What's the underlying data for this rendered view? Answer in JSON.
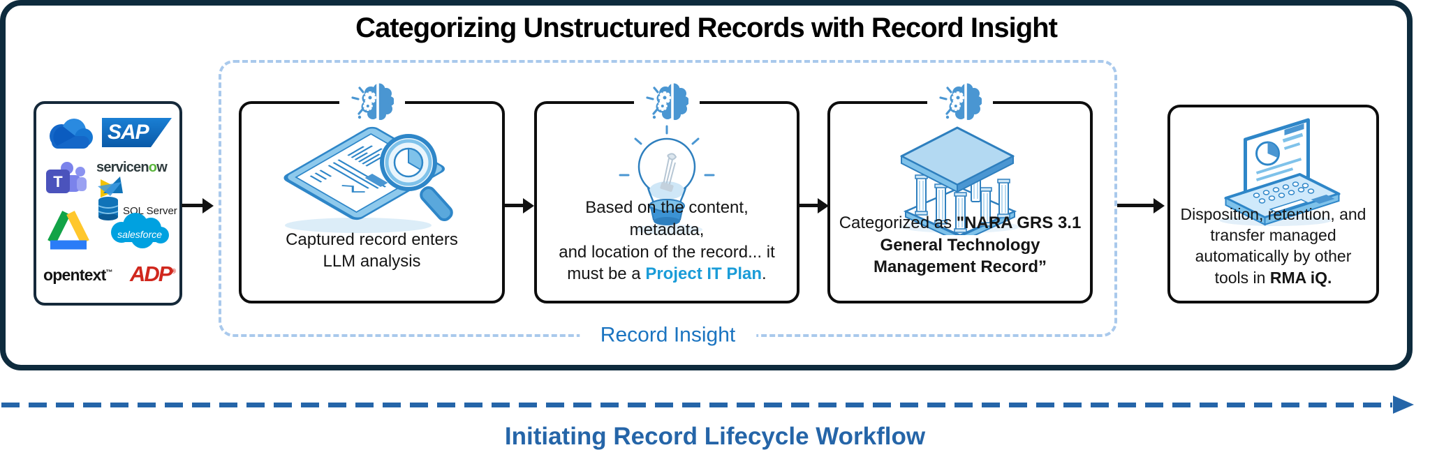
{
  "title": "Categorizing Unstructured Records with Record Insight",
  "colors": {
    "panel_border": "#0e2b3d",
    "accent_blue": "#4a96d2",
    "illustration_stroke": "#2e86c8",
    "dashed_border": "#a9c9ec",
    "record_insight_blue": "#1b74c0",
    "workflow_blue": "#2565a8",
    "highlight_blue": "#1a9cd8",
    "sap_blue": "#0f6cbd",
    "salesforce_blue": "#00a1e0",
    "adp_red": "#d0271d",
    "servicenow_green": "#5bb63c"
  },
  "sources_panel": {
    "onedrive_icon": "OneDrive",
    "teams_icon": "Microsoft Teams",
    "google_drive_icon": "Google Drive",
    "sap_label": "SAP",
    "teams_letter": "T",
    "servicenow_pre": "servicen",
    "servicenow_o": "o",
    "servicenow_post": "w",
    "sql_server_label": "SQL Server",
    "salesforce_label": "salesforce",
    "opentext_label": "opentext",
    "opentext_tm": "™",
    "adp_label": "ADP",
    "adp_reg": "®"
  },
  "record_insight": {
    "label": "Record Insight"
  },
  "steps": {
    "step1": {
      "line1": "Captured record enters",
      "line2": "LLM analysis"
    },
    "step2": {
      "line1": "Based on the content, metadata,",
      "line2": "and location of the record... it",
      "line3_pre": "must be a ",
      "line3_highlight": "Project IT Plan",
      "line3_post": "."
    },
    "step3": {
      "pre": "Categorized as ",
      "bold": "\"NARA GRS 3.1 General Technology Management Record”"
    },
    "step4": {
      "pre": "Disposition, retention, and transfer managed automatically by other tools in ",
      "bold": "RMA iQ."
    }
  },
  "workflow": {
    "label": "Initiating Record Lifecycle Workflow"
  }
}
